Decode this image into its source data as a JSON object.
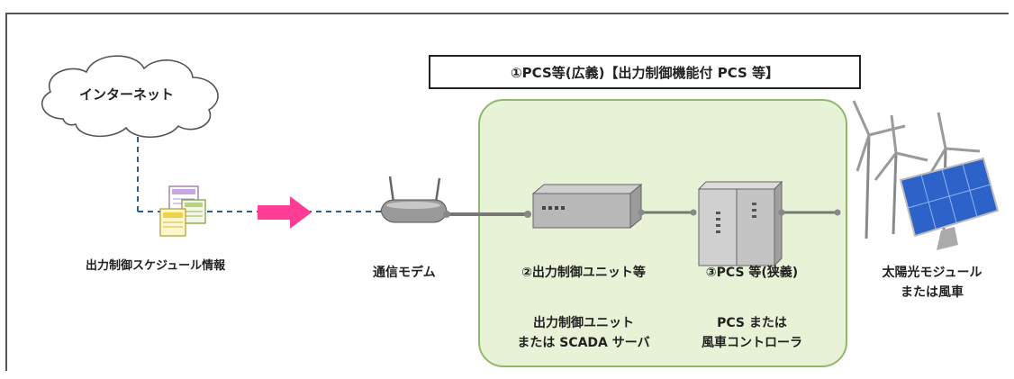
{
  "title_box": {
    "text": "①PCS等(広義)【出力制御機能付 PCS 等】"
  },
  "cloud": {
    "label": "インターネット"
  },
  "schedule": {
    "label": "出力制御スケジュール情報"
  },
  "modem": {
    "label": "通信モデム"
  },
  "unit": {
    "label": "②出力制御ユニット等",
    "desc_line1": "出力制御ユニット",
    "desc_line2": "または SCADA サーバ"
  },
  "pcs": {
    "label": "③PCS 等(狭義)",
    "desc_line1": "PCS または",
    "desc_line2": "風車コントローラ"
  },
  "generator": {
    "label_line1": "太陽光モジュール",
    "label_line2": "または風車"
  },
  "colors": {
    "panel_fill": "#e8f2d6",
    "panel_border": "#8fb86a",
    "arrow": "#ff3d95",
    "dashed_line": "#2f5f8a",
    "cable": "#777777"
  }
}
